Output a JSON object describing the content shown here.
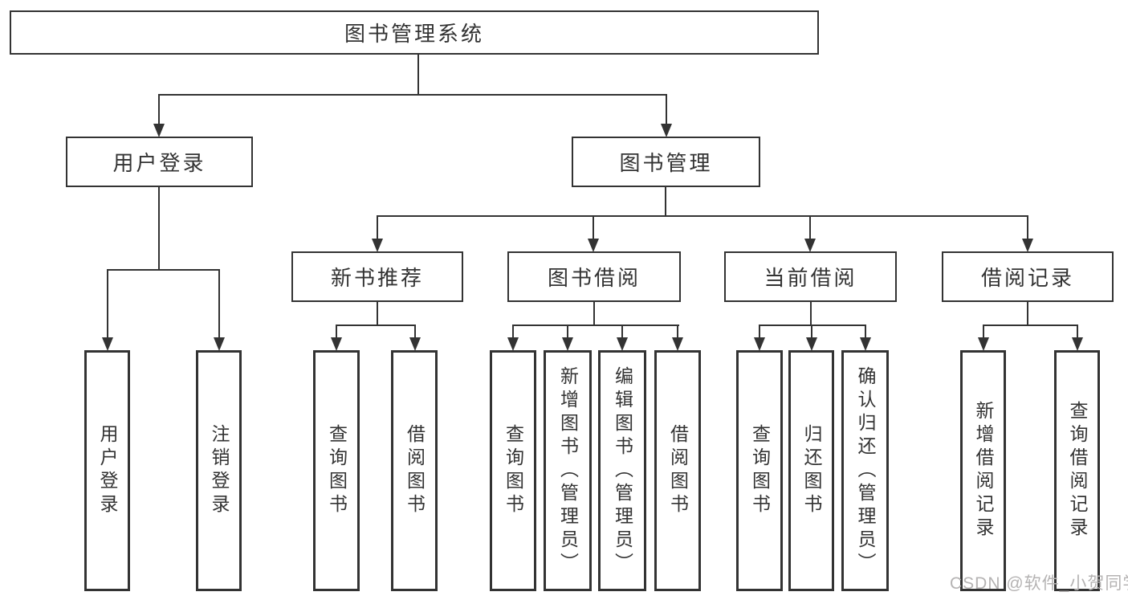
{
  "tree": {
    "root": {
      "label": "图书管理系统"
    },
    "branches": [
      {
        "label": "用户登录",
        "children": [
          {
            "label": "用户登录"
          },
          {
            "label": "注销登录"
          }
        ]
      },
      {
        "label": "图书管理",
        "children": [
          {
            "label": "新书推荐",
            "children": [
              {
                "label": "查询图书"
              },
              {
                "label": "借阅图书"
              }
            ]
          },
          {
            "label": "图书借阅",
            "children": [
              {
                "label": "查询图书"
              },
              {
                "label": "新增图书（管理员）"
              },
              {
                "label": "编辑图书（管理员）"
              },
              {
                "label": "借阅图书"
              }
            ]
          },
          {
            "label": "当前借阅",
            "children": [
              {
                "label": "查询图书"
              },
              {
                "label": "归还图书"
              },
              {
                "label": "确认归还（管理员）"
              }
            ]
          },
          {
            "label": "借阅记录",
            "children": [
              {
                "label": "新增借阅记录"
              },
              {
                "label": "查询借阅记录"
              }
            ]
          }
        ]
      }
    ]
  },
  "watermark": {
    "text": "CSDN @软件_小贺同学"
  },
  "colors": {
    "line": "#333333",
    "box_background": "#ffffff",
    "watermark": "#b5b3b3"
  }
}
